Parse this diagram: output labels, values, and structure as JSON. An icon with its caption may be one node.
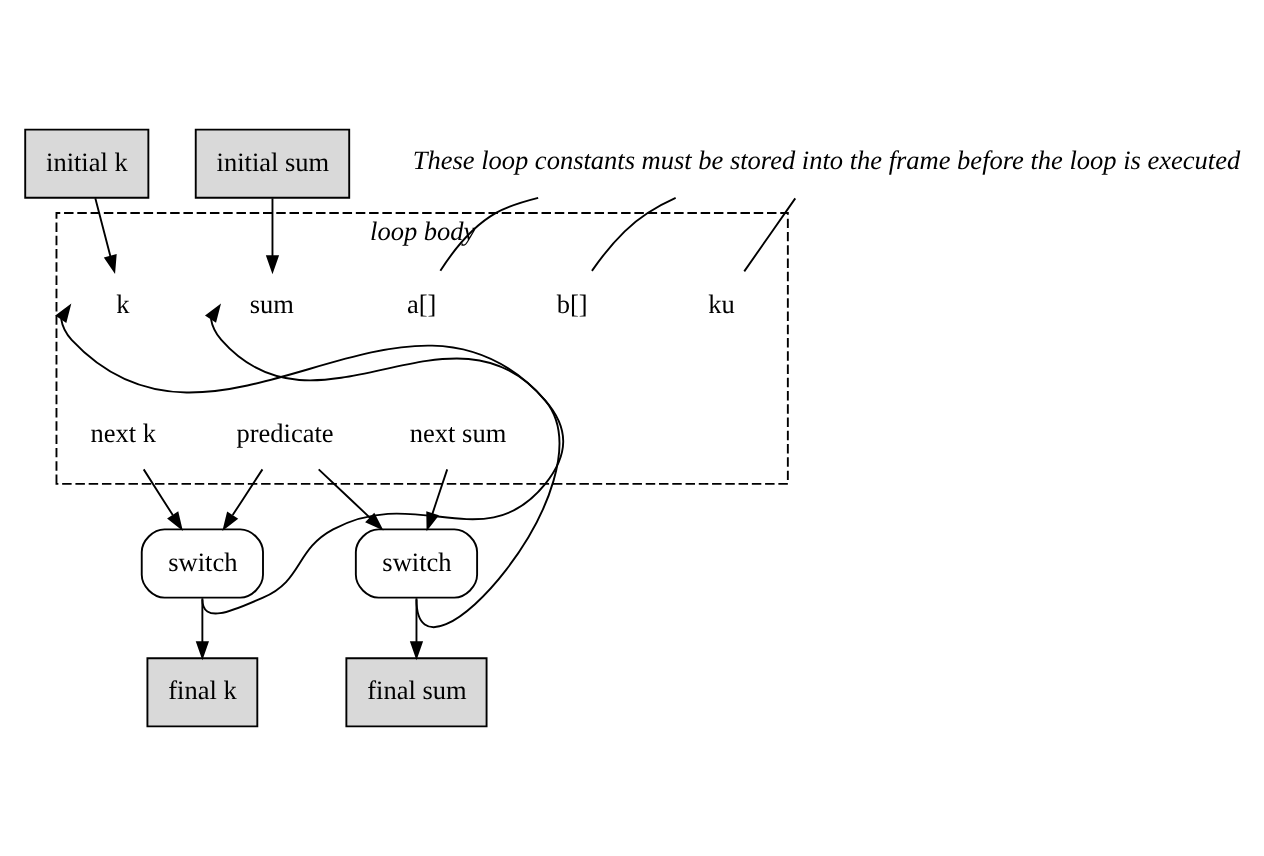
{
  "diagram": {
    "nodes": [
      {
        "text": [
          "initial sum"
        ]
      },
      {
        "text": [
          "initial k"
        ]
      },
      {
        "text": [
          "loop body"
        ]
      },
      {
        "text": [
          "sum"
        ],
        "in": 2
      },
      {
        "text": [
          "k"
        ],
        "in": 2
      },
      {
        "text": [
          "a[]"
        ],
        "in": 2
      },
      {
        "text": [
          "b[]"
        ],
        "in": 2
      },
      {
        "text": [
          "ku"
        ],
        "in": 2
      },
      {
        "text": [
          "next sum"
        ],
        "in": 2
      },
      {
        "text": [
          "next k"
        ],
        "in": 2
      },
      {
        "text": [
          "predicate"
        ],
        "in": 2
      },
      {
        "text": [
          "switch"
        ]
      },
      {
        "text": [
          "switch"
        ]
      },
      {
        "text": [
          "final sum"
        ]
      },
      {
        "text": [
          "final k"
        ]
      },
      {
        "text": [
          "These loop constants must be stored into the frame before the loop is executed"
        ]
      }
    ],
    "edges": [
      {
        "from": 0,
        "to": 3,
        "arrow": "to"
      },
      {
        "from": 1,
        "to": 4,
        "arrow": "to"
      },
      {
        "from": 11,
        "to": 3,
        "arrow": "to"
      },
      {
        "from": 12,
        "to": 4,
        "arrow": "to"
      },
      {
        "from": 15,
        "to": 5,
        "arrow": "none"
      },
      {
        "from": 15,
        "to": 6,
        "arrow": "none"
      },
      {
        "from": 15,
        "to": 7,
        "arrow": "none"
      },
      {
        "from": 8,
        "to": 11,
        "arrow": "to"
      },
      {
        "from": 9,
        "to": 12,
        "arrow": "to"
      },
      {
        "from": 10,
        "to": 11,
        "arrow": "to"
      },
      {
        "from": 10,
        "to": 12,
        "arrow": "to"
      },
      {
        "from": 11,
        "to": 13,
        "arrow": "to"
      },
      {
        "from": 12,
        "to": 14,
        "arrow": "to"
      }
    ]
  }
}
